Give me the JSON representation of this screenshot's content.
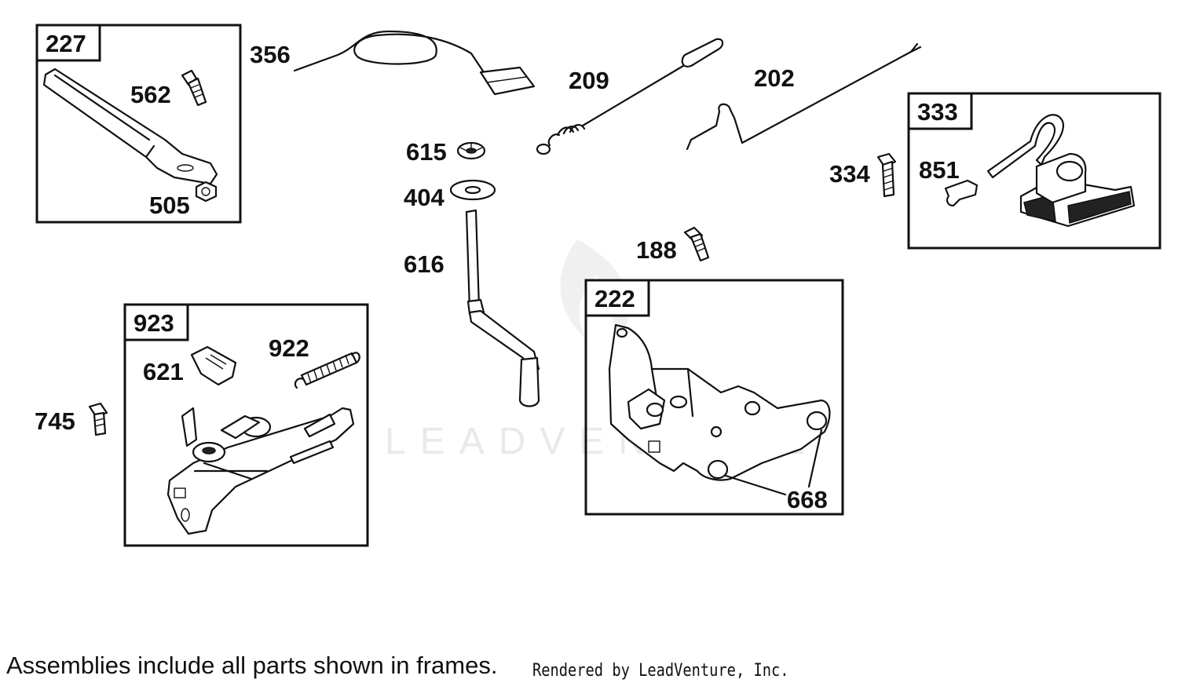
{
  "watermark": "LEADVENTURE",
  "frames": {
    "f227": {
      "label": "227",
      "parts": {
        "p562": "562",
        "p505": "505"
      }
    },
    "f923": {
      "label": "923",
      "parts": {
        "p621": "621",
        "p922": "922"
      }
    },
    "f222": {
      "label": "222",
      "parts": {
        "p668": "668"
      }
    },
    "f333": {
      "label": "333",
      "parts": {
        "p851": "851"
      }
    }
  },
  "loose_parts": {
    "p356": "356",
    "p209": "209",
    "p202": "202",
    "p615": "615",
    "p404": "404",
    "p616": "616",
    "p188": "188",
    "p334": "334",
    "p745": "745"
  },
  "footer": {
    "note": "Assemblies include all parts shown in frames.",
    "credit": "Rendered by LeadVenture, Inc."
  }
}
